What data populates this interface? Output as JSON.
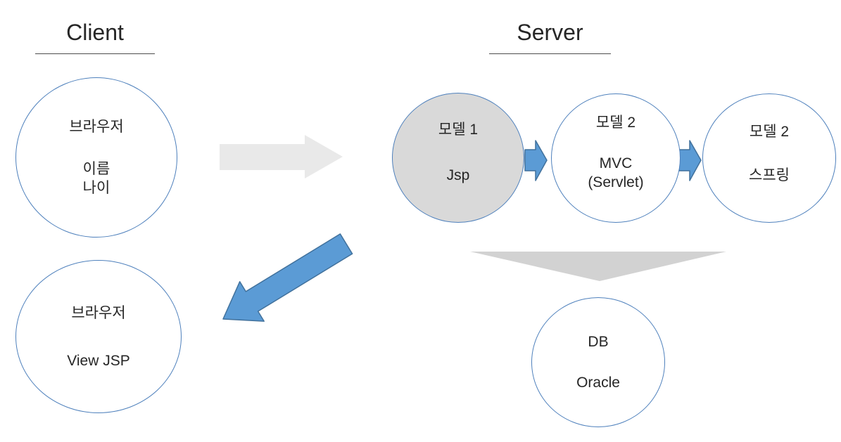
{
  "headings": {
    "client": "Client",
    "server": "Server"
  },
  "nodes": {
    "client_browser": {
      "title": "브라우저",
      "body": "이름\n나이"
    },
    "client_view": {
      "title": "브라우저",
      "body": "View JSP"
    },
    "model1": {
      "title": "모델 1",
      "body": "Jsp"
    },
    "model2": {
      "title": "모델 2",
      "body": "MVC\n(Servlet)"
    },
    "model3": {
      "title": "모델 2",
      "body": "스프링"
    },
    "db": {
      "title": "DB",
      "body": "Oracle"
    }
  },
  "connectors": {
    "client_to_server": "gray right arrow",
    "model1_to_model2": "blue right arrow",
    "model2_to_model3": "blue right arrow",
    "server_to_db": "gray down triangle",
    "server_to_client": "blue diagonal arrow"
  },
  "colors": {
    "accent_blue": "#5b9bd5",
    "accent_blue_dark": "#41719c",
    "circle_border": "#4e80bc",
    "node_fill_gray": "#d9d9d9",
    "arrow_light_gray": "#e9e9e9",
    "triangle_gray": "#d2d2d2",
    "text": "#262626"
  }
}
